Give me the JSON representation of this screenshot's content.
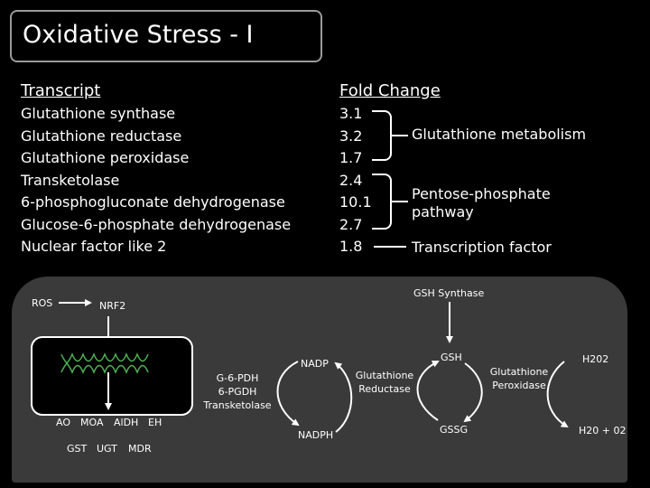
{
  "title": "Oxidative Stress - I",
  "table": {
    "col_transcript": "Transcript",
    "col_fold": "Fold Change",
    "rows": [
      {
        "name": "Glutathione synthase",
        "fold": "3.1"
      },
      {
        "name": "Glutathione reductase",
        "fold": "3.2"
      },
      {
        "name": "Glutathione peroxidase",
        "fold": "1.7"
      },
      {
        "name": "Transketolase",
        "fold": "2.4"
      },
      {
        "name": "6-phosphogluconate dehydrogenase",
        "fold": "10.1"
      },
      {
        "name": "Glucose-6-phosphate dehydrogenase",
        "fold": "2.7"
      },
      {
        "name": "Nuclear factor like 2",
        "fold": "1.8"
      }
    ]
  },
  "pathways": {
    "glutathione": "Glutathione metabolism",
    "pentose_line1": "Pentose-phosphate",
    "pentose_line2": "pathway",
    "transcription": "Transcription factor"
  },
  "diagram": {
    "ros": "ROS",
    "nrf2": "NRF2",
    "genes_row1": [
      "AO",
      "MOA",
      "AlDH",
      "EH"
    ],
    "genes_row2": [
      "GST",
      "UGT",
      "MDR"
    ],
    "enzymes": [
      "G-6-PDH",
      "6-PGDH",
      "Transketolase"
    ],
    "nadp": "NADP",
    "nadph": "NADPH",
    "gsh_synthase": "GSH Synthase",
    "gsh": "GSH",
    "gssg": "GSSG",
    "glut_reductase": [
      "Glutathione",
      "Reductase"
    ],
    "glut_peroxidase": [
      "Glutathione",
      "Peroxidase"
    ],
    "h2o2": "H202",
    "h2o_o2": "H20 + 02"
  }
}
